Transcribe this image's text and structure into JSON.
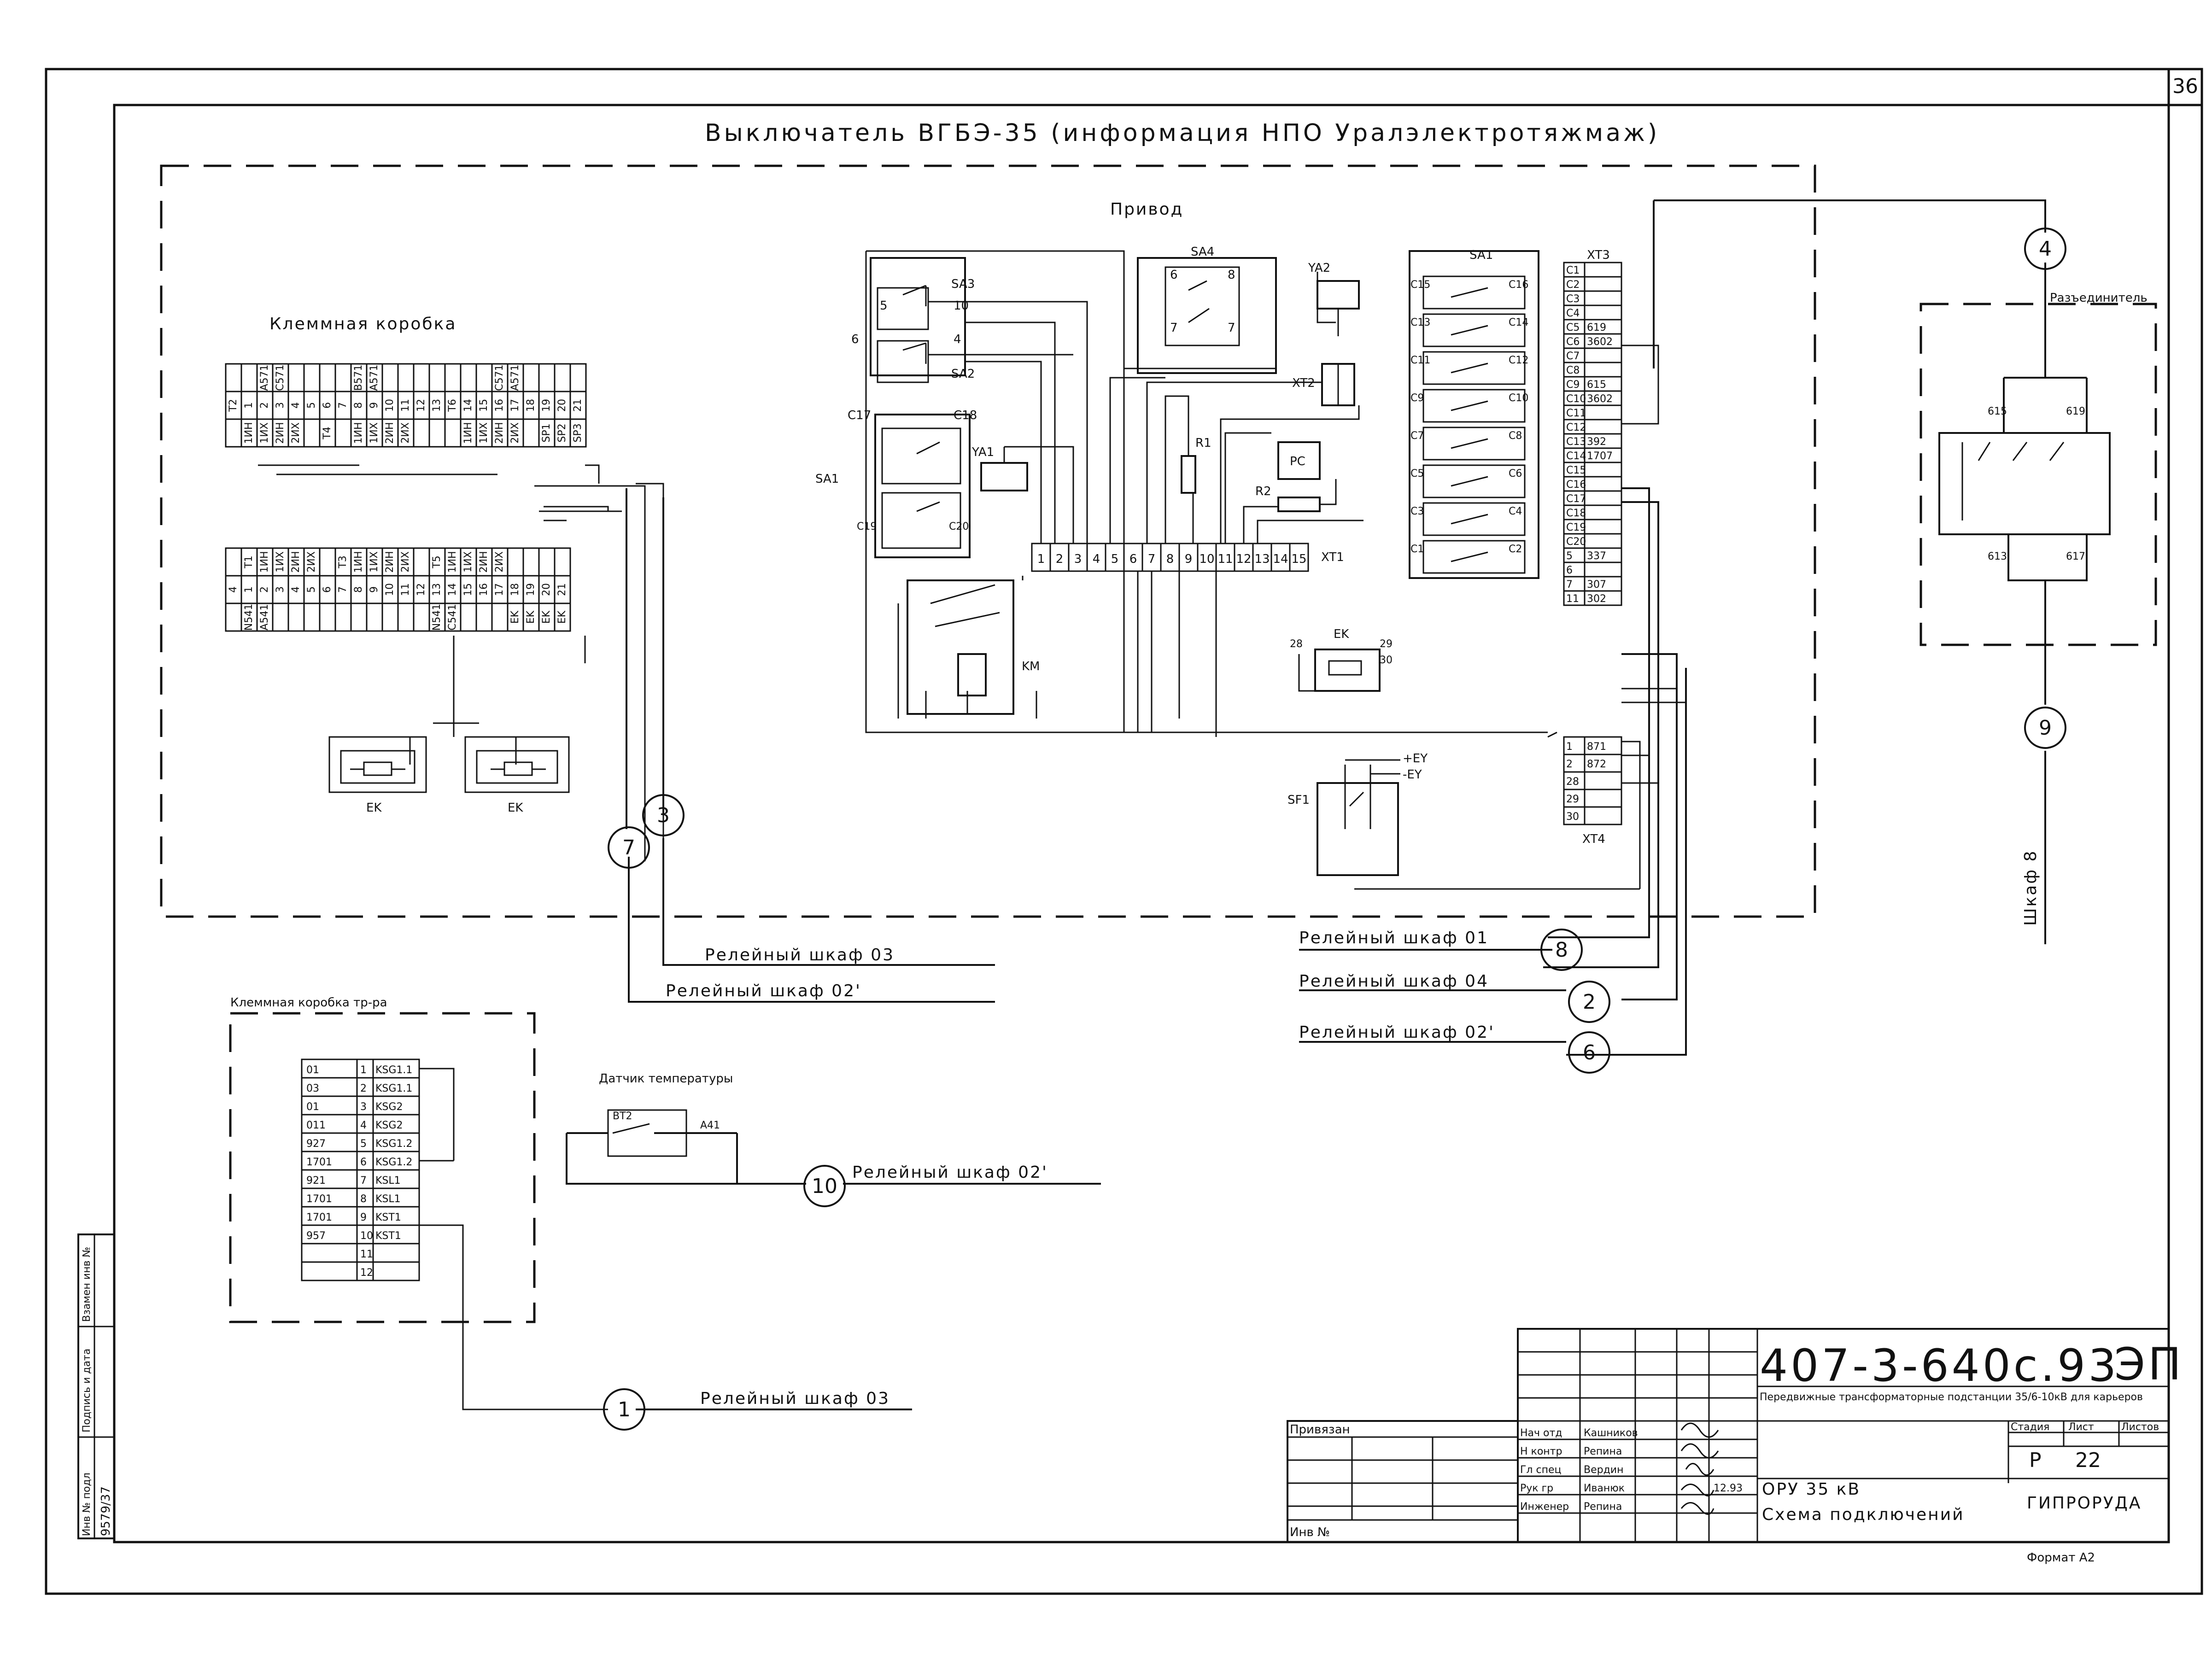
{
  "sheet": {
    "page_number": "36",
    "title": "Выключатель ВГБЭ-35 (информация НПО Уралэлектротяжмаж)",
    "format": "Формат А2"
  },
  "drive": {
    "title": "Привод",
    "components": [
      "SA3",
      "SA2",
      "SA1",
      "SA4",
      "YA2",
      "YA1",
      "XT2",
      "R1",
      "R2",
      "PC",
      "KM",
      "XT1",
      "EK",
      "SF1",
      "XT3",
      "XT4"
    ],
    "xt1_terminals": [
      "1",
      "2",
      "3",
      "4",
      "5",
      "6",
      "7",
      "8",
      "9",
      "10",
      "11",
      "12",
      "13",
      "14",
      "15"
    ],
    "power_labels": [
      "+EY",
      "-EY"
    ],
    "ek_pins": [
      "28",
      "29",
      "30"
    ],
    "sa3_pins": [
      "5",
      "10"
    ],
    "sa2_pins": [
      "6",
      "4"
    ],
    "sa4_pins": [
      "6",
      "8",
      "7",
      "7"
    ],
    "sa1_left_pins": [
      "C17",
      "C18",
      "C19",
      "C20"
    ],
    "sa1_right_left": [
      "C15",
      "C13",
      "C11",
      "C9",
      "C7",
      "C5",
      "C3",
      "C1"
    ],
    "sa1_right_right": [
      "C16",
      "C14",
      "C12",
      "C10",
      "C8",
      "C6",
      "C4",
      "C2"
    ],
    "xt3_rows": [
      {
        "t": "C1",
        "w": ""
      },
      {
        "t": "C2",
        "w": ""
      },
      {
        "t": "C3",
        "w": ""
      },
      {
        "t": "C4",
        "w": ""
      },
      {
        "t": "C5",
        "w": "619"
      },
      {
        "t": "C6",
        "w": "3602"
      },
      {
        "t": "C7",
        "w": ""
      },
      {
        "t": "C8",
        "w": ""
      },
      {
        "t": "C9",
        "w": "615"
      },
      {
        "t": "C10",
        "w": "3602"
      },
      {
        "t": "C11",
        "w": ""
      },
      {
        "t": "C12",
        "w": ""
      },
      {
        "t": "C13",
        "w": "392"
      },
      {
        "t": "C14",
        "w": "1707"
      },
      {
        "t": "C15",
        "w": ""
      },
      {
        "t": "C16",
        "w": ""
      },
      {
        "t": "C17",
        "w": ""
      },
      {
        "t": "C18",
        "w": ""
      },
      {
        "t": "C19",
        "w": ""
      },
      {
        "t": "C20",
        "w": ""
      },
      {
        "t": "5",
        "w": "337"
      },
      {
        "t": "6",
        "w": ""
      },
      {
        "t": "7",
        "w": "307"
      },
      {
        "t": "11",
        "w": "302"
      }
    ],
    "xt4_rows": [
      {
        "t": "1",
        "w": "871"
      },
      {
        "t": "2",
        "w": "872"
      },
      {
        "t": "28",
        "w": ""
      },
      {
        "t": "29",
        "w": ""
      },
      {
        "t": "30",
        "w": ""
      }
    ]
  },
  "terminal_box": {
    "title": "Клеммная коробка",
    "upper_top": [
      "",
      "",
      "A571",
      "C571",
      "",
      "",
      "",
      "",
      "B571",
      "A571",
      "",
      "",
      "",
      "",
      "",
      "",
      "",
      "C571",
      "A571",
      "",
      "",
      "",
      ""
    ],
    "upper_mid": [
      "T2",
      "1",
      "2",
      "3",
      "4",
      "5",
      "6",
      "7",
      "8",
      "9",
      "10",
      "11",
      "12",
      "13",
      "T6",
      "14",
      "15",
      "16",
      "17",
      "18",
      "19",
      "20",
      "21"
    ],
    "upper_bot": [
      "",
      "1ИН",
      "1ИХ",
      "2ИН",
      "2ИХ",
      "",
      "T4",
      "",
      "1ИН",
      "1ИХ",
      "2ИН",
      "2ИХ",
      "",
      "",
      "",
      "1ИН",
      "1ИХ",
      "2ИН",
      "2ИХ",
      "",
      "SP1",
      "SP2",
      "SP3"
    ],
    "lower_top": [
      "",
      "T1",
      "1ИН",
      "1ИХ",
      "2ИН",
      "2ИХ",
      "",
      "T3",
      "1ИН",
      "1ИХ",
      "2ИН",
      "2ИХ",
      "",
      "T5",
      "1ИН",
      "1ИХ",
      "2ИН",
      "2ИХ",
      "",
      "",
      "",
      ""
    ],
    "lower_mid": [
      "4",
      "1",
      "2",
      "3",
      "4",
      "5",
      "6",
      "7",
      "8",
      "9",
      "10",
      "11",
      "12",
      "13",
      "14",
      "15",
      "16",
      "17",
      "18",
      "19",
      "20",
      "21"
    ],
    "lower_bot": [
      "",
      "N541",
      "A541",
      "",
      "",
      "",
      "",
      "",
      "",
      "",
      "",
      "",
      "",
      "N541",
      "C541",
      "",
      "",
      "",
      "EK",
      "EK",
      "EK",
      "EK"
    ],
    "heaters": [
      "EK",
      "EK"
    ]
  },
  "transformer_box": {
    "title": "Клеммная коробка тр-ра",
    "rows": [
      {
        "w": "01",
        "n": "1",
        "s": "KSG1.1"
      },
      {
        "w": "03",
        "n": "2",
        "s": "KSG1.1"
      },
      {
        "w": "01",
        "n": "3",
        "s": "KSG2"
      },
      {
        "w": "011",
        "n": "4",
        "s": "KSG2"
      },
      {
        "w": "927",
        "n": "5",
        "s": "KSG1.2"
      },
      {
        "w": "1701",
        "n": "6",
        "s": "KSG1.2"
      },
      {
        "w": "921",
        "n": "7",
        "s": "KSL1"
      },
      {
        "w": "1701",
        "n": "8",
        "s": "KSL1"
      },
      {
        "w": "1701",
        "n": "9",
        "s": "KST1"
      },
      {
        "w": "957",
        "n": "10",
        "s": "KST1"
      },
      {
        "w": "",
        "n": "11",
        "s": ""
      },
      {
        "w": "",
        "n": "12",
        "s": ""
      }
    ]
  },
  "temp_sensor": {
    "title": "Датчик температуры",
    "bt": "BT2",
    "a": "A41"
  },
  "disconnector": {
    "title": "Разъединитель",
    "pins": [
      "615",
      "619",
      "613",
      "617"
    ]
  },
  "cabinet8": "Шкаф 8",
  "connections": [
    {
      "n": "1",
      "label": "Релейный шкаф 03"
    },
    {
      "n": "2",
      "label": "Релейный шкаф 04"
    },
    {
      "n": "3",
      "label": "Релейный шкаф 03"
    },
    {
      "n": "4",
      "label": ""
    },
    {
      "n": "6",
      "label": "Релейный шкаф 02'"
    },
    {
      "n": "7",
      "label": "Релейный шкаф 02'"
    },
    {
      "n": "8",
      "label": "Релейный шкаф 01"
    },
    {
      "n": "9",
      "label": ""
    },
    {
      "n": "10",
      "label": "Релейный шкаф 02'"
    }
  ],
  "title_block": {
    "doc_number": "407-3-640с.93",
    "section": "ЭП",
    "project": "Передвижные трансформаторные подстанции 35/6-10кВ для карьеров",
    "stage_label": "Стадия",
    "sheet_label": "Лист",
    "sheets_label": "Листов",
    "stage": "Р",
    "sheet": "22",
    "sheets": "",
    "subtitle": "ОРУ 35 кВ",
    "drawing": "Схема подключений",
    "company": "ГИПРОРУДА",
    "date": "12.93",
    "bound_label": "Привязан",
    "inv_label": "Инв №",
    "staff": [
      {
        "role": "Нач отд",
        "name": "Кашников"
      },
      {
        "role": "Н контр",
        "name": "Репина"
      },
      {
        "role": "Гл спец",
        "name": "Вердин"
      },
      {
        "role": "Рук гр",
        "name": "Иванюк"
      },
      {
        "role": "Инженер",
        "name": "Репина"
      }
    ]
  },
  "side_stamp": {
    "inv_podl": "Инв № подл",
    "signature_date": "Подпись и дата",
    "vzam": "Взамен инв №",
    "inv_number": "9579/37"
  }
}
